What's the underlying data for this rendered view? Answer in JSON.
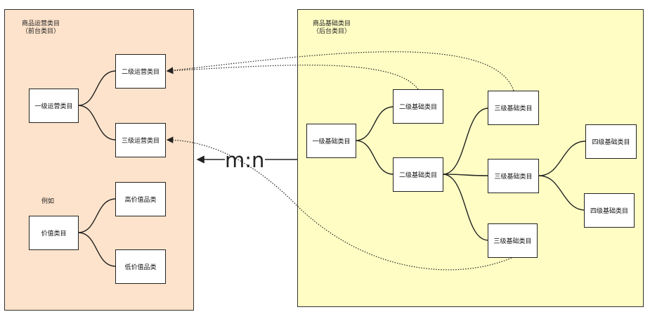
{
  "left_panel": {
    "title_line1": "商品运营类目",
    "title_line2": "（前台类目）",
    "nodes": {
      "level1": "一级运营类目",
      "level2": "二级运营类目",
      "level3": "三级运营类目"
    },
    "example_label": "例如",
    "example_nodes": {
      "root": "价值类目",
      "high": "高价值品类",
      "low": "低价值品类"
    }
  },
  "right_panel": {
    "title_line1": "商品基础类目",
    "title_line2": "（后台类目）",
    "nodes": {
      "level1": "一级基础类目",
      "level2_a": "二级基础类目",
      "level2_b": "二级基础类目",
      "level3_a": "三级基础类目",
      "level3_b": "三级基础类目",
      "level3_c": "三级基础类目",
      "level4_a": "四级基础类目",
      "level4_b": "四级基础类目"
    }
  },
  "relation_label": "m:n",
  "colors": {
    "left_panel_bg": "#fde3cb",
    "right_panel_bg": "#fffdc4",
    "line": "#222222"
  }
}
